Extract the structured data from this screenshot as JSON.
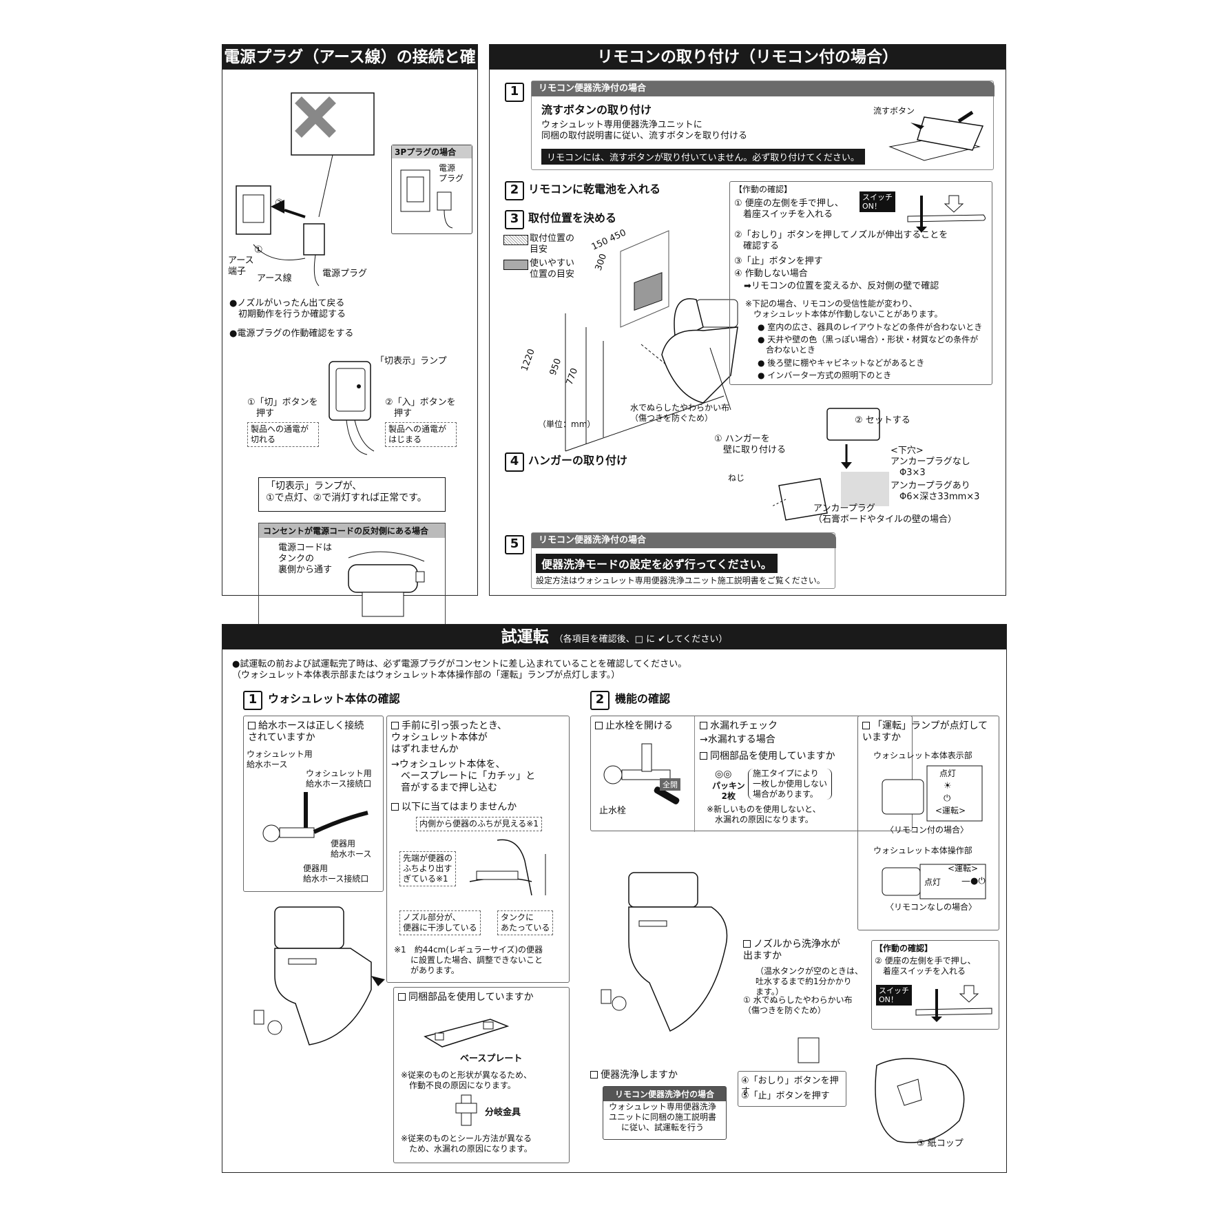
{
  "power": {
    "title": "電源プラグ（アース線）の接続と確認",
    "step2": "②",
    "step1": "①",
    "earth_terminal": "アース\n端子",
    "earth_wire": "アース線",
    "power_plug": "電源プラグ",
    "plug3p_title": "3Pプラグの場合",
    "plug3p_label": "電源\nプラグ",
    "bullet1": "●ノズルがいったん出て戻る\n　初期動作を行うか確認する",
    "bullet2": "●電源プラグの作動確認をする",
    "lamp_label": "「切表示」ランプ",
    "off_button": "①「切」ボタンを\n　押す",
    "off_note": "製品への通電が\n切れる",
    "on_button": "②「入」ボタンを\n　押す",
    "on_note": "製品への通電が\nはじまる",
    "normal_msg": "「切表示」ランプが、\n①で点灯、②で消灯すれば正常です。",
    "opposite_title": "コンセントが電源コードの反対側にある場合",
    "opposite_note": "電源コードは\nタンクの\n裏側から通す"
  },
  "remote": {
    "title": "リモコンの取り付け（リモコン付の場合）",
    "s1_num": "1",
    "s1_bar": "リモコン便器洗浄付の場合",
    "s1_head": "流すボタンの取り付け",
    "s1_text": "ウォシュレット専用便器洗浄ユニットに\n同梱の取付説明書に従い、流すボタンを取り付ける",
    "s1_warn": "リモコンには、流すボタンが取り付いていません。必ず取り付けてください。",
    "s1_label": "流すボタン",
    "s2_num": "2",
    "s2_head": "リモコンに乾電池を入れる",
    "s3_num": "3",
    "s3_head": "取付位置を決める",
    "legend1": "取付位置の\n目安",
    "legend2": "使いやすい\n位置の目安",
    "dim_150": "150",
    "dim_450": "450",
    "dim_300": "300",
    "dim_1220": "1220",
    "dim_950": "950",
    "dim_770": "770",
    "unit": "（単位：mm）",
    "cloth": "水でぬらしたやわらかい布\n（傷つきを防ぐため）",
    "op_title": "【作動の確認】",
    "op1": "① 便座の左側を手で押し、\n　着座スイッチを入れる",
    "op2": "②「おしり」ボタンを押してノズルが伸出することを\n　確認する",
    "op3": "③「止」ボタンを押す",
    "op4": "④ 作動しない場合",
    "op4b": "➡リモコンの位置を変えるか、反対側の壁で確認",
    "op_note": "※下記の場合、リモコンの受信性能が変わり、\n　ウォシュレット本体が作動しないことがあります。",
    "op_b1": "● 室内の広さ、器具のレイアウトなどの条件が合わないとき",
    "op_b2": "● 天井や壁の色（黒っぽい場合）・形状・材質などの条件が\n　合わないとき",
    "op_b3": "● 後ろ壁に棚やキャビネットなどがあるとき",
    "op_b4": "● インバーター方式の照明下のとき",
    "switch_on": "スイッチ\nON！",
    "s4_num": "4",
    "s4_head": "ハンガーの取り付け",
    "hanger1": "① ハンガーを\n　壁に取り付ける",
    "hanger2": "② セットする",
    "screw": "ねじ",
    "lower_hole": "<下穴>\nアンカープラグなし\n　Φ3×3",
    "anchor_yes": "アンカープラグあり\n　Φ6×深さ33mm×3",
    "anchor_plug": "アンカープラグ\n（石膏ボードやタイルの壁の場合）",
    "s5_num": "5",
    "s5_bar": "リモコン便器洗浄付の場合",
    "s5_warn": "便器洗浄モードの設定を必ず行ってください。",
    "s5_note": "設定方法はウォシュレット専用便器洗浄ユニット施工説明書をご覧ください。"
  },
  "trial": {
    "title": "試運転",
    "subtitle": "（各項目を確認後、□ に ✔してください）",
    "intro": "●試運転の前および試運転完了時は、必ず電源プラグがコンセントに差し込まれていることを確認してください。\n（ウォシュレット本体表示部またはウォシュレット本体操作部の「運転」ランプが点灯します。）",
    "s1_num": "1",
    "s1_head": "ウォシュレット本体の確認",
    "hose_q": "給水ホースは正しく接続\nされていますか",
    "hose_l1": "ウォシュレット用\n給水ホース",
    "hose_l2": "ウォシュレット用\n給水ホース接続口",
    "hose_l3": "便器用\n給水ホース",
    "hose_l4": "便器用\n給水ホース接続口",
    "pull_q": "手前に引っ張ったとき、\nウォシュレット本体が\nはずれませんか",
    "pull_a": "→ウォシュレット本体を、\n　ベースプレートに「カチッ」と\n　音がするまで押し込む",
    "fit_q": "以下に当てはまりませんか",
    "fit1": "内側から便器のふちが見える※1",
    "fit2": "先端が便器の\nふちより出す\nぎている※1",
    "fit3": "ノズル部分が、\n便器に干渉している",
    "fit4": "タンクに\nあたっている",
    "fit_note": "※1　約44cm(レギュラーサイズ)の便器\n　　に設置した場合、調整できないこと\n　　があります。",
    "parts_q": "同梱部品を使用していますか",
    "baseplate": "ベースプレート",
    "base_note": "※従来のものと形状が異なるため、\n　作動不良の原因になります。",
    "branch": "分岐金具",
    "branch_note": "※従来のものとシール方法が異なる\n　ため、水漏れの原因になります。",
    "s2_num": "2",
    "s2_head": "機能の確認",
    "valve_q": "止水栓を開ける",
    "valve_label": "止水栓",
    "full_open": "全開",
    "leak_q": "水漏れチェック",
    "leak_a": "→水漏れする場合",
    "parts2_q": "同梱部品を使用していますか",
    "packing": "パッキン\n2枚",
    "packing_note": "施工タイプにより\n一枚しか使用しない\n場合があります。",
    "new_note": "※新しいものを使用しないと、\n　水漏れの原因になります。",
    "lamp_q": "「運転」ランプが点灯して\nいますか",
    "display": "ウォシュレット本体表示部",
    "lit": "点灯",
    "unten": "<運転>",
    "with_remote": "〈リモコン付の場合〉",
    "operate": "ウォシュレット本体操作部",
    "unten2": "<運転>",
    "lit2": "点灯",
    "no_remote": "〈リモコンなしの場合〉",
    "nozzle_q": "ノズルから洗浄水が\n出ますか",
    "nozzle_note": "（温水タンクが空のときは、\n吐水するまで約1分かかり\nます。）",
    "cloth2": "① 水でぬらしたやわらかい布\n（傷つきを防ぐため）",
    "op_title": "【作動の確認】",
    "op2": "② 便座の左側を手で押し、\n　着座スイッチを入れる",
    "switch_on": "スイッチ\nON！",
    "btn4": "④「おしり」ボタンを押す",
    "btn5": "⑤「止」ボタンを押す",
    "cup": "③ 紙コップ",
    "flush_q": "便器洗浄しますか",
    "flush_bar": "リモコン便器洗浄付の場合",
    "flush_note": "ウォシュレット専用便器洗浄\nユニットに同梱の施工説明書\nに従い、試運転を行う"
  }
}
